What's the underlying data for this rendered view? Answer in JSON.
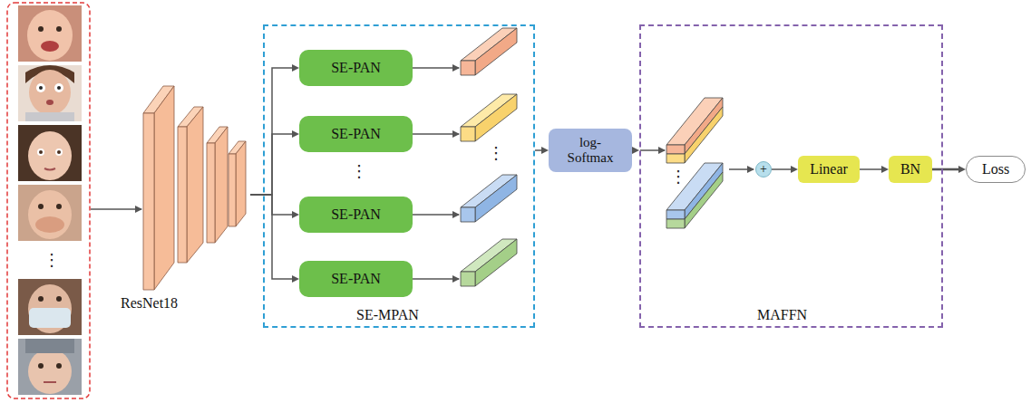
{
  "diagram": {
    "nodes": [
      {
        "text": [
          "ResNet18"
        ]
      },
      {
        "text": [
          "SE-MPAN"
        ]
      },
      {
        "text": [
          "SE-PAN"
        ],
        "in": 1
      },
      {
        "text": [
          "SE-PAN"
        ],
        "in": 1
      },
      {
        "text": [
          "SE-PAN"
        ],
        "in": 1
      },
      {
        "text": [
          "SE-PAN"
        ],
        "in": 1
      },
      {
        "text": [
          "log- Softmax"
        ]
      },
      {
        "text": [
          "MAFFN"
        ]
      },
      {
        "text": [
          "+"
        ],
        "in": 7
      },
      {
        "text": [
          "Linear"
        ],
        "in": 7
      },
      {
        "text": [
          "BN"
        ],
        "in": 7
      },
      {
        "text": [
          "Loss"
        ]
      }
    ],
    "edges": [
      {
        "from": 0,
        "to": 2,
        "arrow": "to"
      },
      {
        "from": 0,
        "to": 3,
        "arrow": "to"
      },
      {
        "from": 0,
        "to": 4,
        "arrow": "to"
      },
      {
        "from": 0,
        "to": 5,
        "arrow": "to"
      },
      {
        "from": 1,
        "to": 6,
        "arrow": "to"
      },
      {
        "from": 6,
        "to": 7,
        "arrow": "to"
      },
      {
        "from": 8,
        "to": 9,
        "arrow": "to"
      },
      {
        "from": 9,
        "to": 10,
        "arrow": "to"
      },
      {
        "from": 10,
        "to": 11,
        "arrow": "to"
      }
    ],
    "labels": [
      "⋮",
      "⋮",
      "⋮",
      "⋮"
    ]
  }
}
